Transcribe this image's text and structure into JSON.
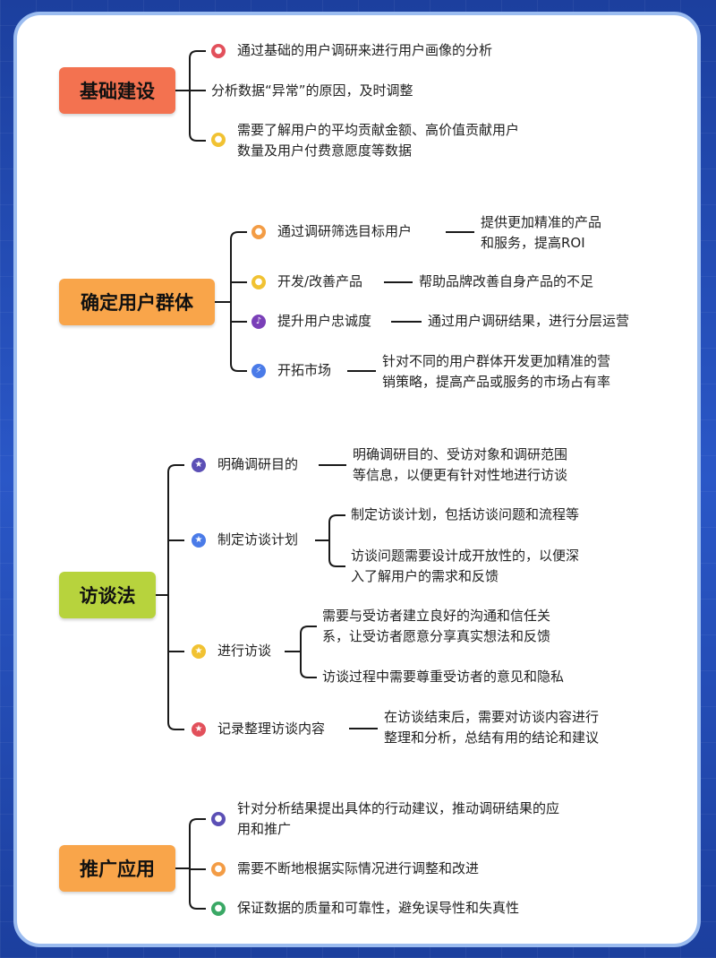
{
  "colors": {
    "line": "#1a1a1a",
    "cat1": "#f37250",
    "cat2": "#f9a54a",
    "cat3": "#b7d33d",
    "cat4": "#f9a54a",
    "red": "#e2505b",
    "yellow": "#f1c232",
    "orange": "#f39c45",
    "purple": "#7a3fb8",
    "blue": "#4a7be8",
    "indigo": "#5b4fb5",
    "green": "#3aa865"
  },
  "s1": {
    "title": "基础建设",
    "i1": "通过基础的用户调研来进行用户画像的分析",
    "i2": "分析数据“异常”的原因，及时调整",
    "i3a": "需要了解用户的平均贡献金额、高价值贡献用户",
    "i3b": "数量及用户付费意愿度等数据",
    "icons": [
      "person-icon",
      "bulb-icon"
    ]
  },
  "s2": {
    "title": "确定用户群体",
    "i1": "通过调研筛选目标用户",
    "i1d_a": "提供更加精准的产品",
    "i1d_b": "和服务，提高ROI",
    "i2": "开发/改善产品",
    "i2d": "帮助品牌改善自身产品的不足",
    "i3": "提升用户忠诚度",
    "i3d": "通过用户调研结果，进行分层运营",
    "i4": "开拓市场",
    "i4d_a": "针对不同的用户群体开发更加精准的营",
    "i4d_b": "销策略，提高产品或服务的市场占有率",
    "icons": [
      "person-icon",
      "bulb-icon",
      "music-note-icon",
      "lightning-icon"
    ]
  },
  "s3": {
    "title": "访谈法",
    "i1": "明确调研目的",
    "i1d_a": "明确调研目的、受访对象和调研范围",
    "i1d_b": "等信息，以便更有针对性地进行访谈",
    "i2": "制定访谈计划",
    "i2d1": "制定访谈计划，包括访谈问题和流程等",
    "i2d2_a": "访谈问题需要设计成开放性的，以便深",
    "i2d2_b": "入了解用户的需求和反馈",
    "i3": "进行访谈",
    "i3d1_a": "需要与受访者建立良好的沟通和信任关",
    "i3d1_b": "系，让受访者愿意分享真实想法和反馈",
    "i3d2": "访谈过程中需要尊重受访者的意见和隐私",
    "i4": "记录整理访谈内容",
    "i4d_a": "在访谈结束后，需要对访谈内容进行",
    "i4d_b": "整理和分析，总结有用的结论和建议",
    "icons": [
      "star-icon",
      "star-icon",
      "star-icon",
      "star-icon"
    ]
  },
  "s4": {
    "title": "推广应用",
    "i1a": "针对分析结果提出具体的行动建议，推动调研结果的应",
    "i1b": "用和推广",
    "i2": "需要不断地根据实际情况进行调整和改进",
    "i3": "保证数据的质量和可靠性，避免误导性和失真性",
    "icons": [
      "person-icon",
      "person-icon",
      "person-icon"
    ]
  }
}
